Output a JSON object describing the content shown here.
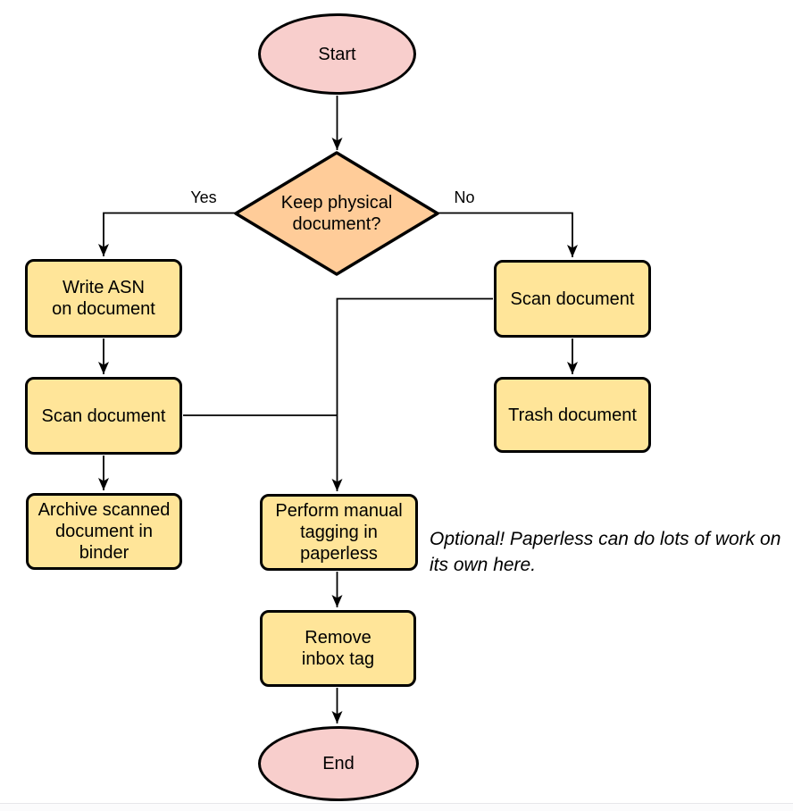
{
  "diagram": {
    "type": "flowchart",
    "colors": {
      "terminal_fill": "#F8CECC",
      "decision_fill": "#FFCC99",
      "process_fill": "#FFE599",
      "stroke": "#000000",
      "connector": "#000000",
      "text": "#000000"
    },
    "nodes": {
      "start": {
        "label": "Start",
        "shape": "ellipse"
      },
      "decision": {
        "label": "Keep physical\ndocument?",
        "shape": "diamond"
      },
      "write_asn": {
        "label": "Write ASN\non document",
        "shape": "rounded-rect"
      },
      "scan_left": {
        "label": "Scan document",
        "shape": "rounded-rect"
      },
      "archive": {
        "label": "Archive scanned\ndocument in\nbinder",
        "shape": "rounded-rect"
      },
      "scan_right": {
        "label": "Scan document",
        "shape": "rounded-rect"
      },
      "trash": {
        "label": "Trash document",
        "shape": "rounded-rect"
      },
      "tagging": {
        "label": "Perform manual\ntagging in\npaperless",
        "shape": "rounded-rect"
      },
      "remove_inbox": {
        "label": "Remove\ninbox tag",
        "shape": "rounded-rect"
      },
      "end": {
        "label": "End",
        "shape": "ellipse"
      }
    },
    "edge_labels": {
      "yes": "Yes",
      "no": "No"
    },
    "annotation": {
      "text": "Optional! Paperless can do lots of work on\nits own here."
    }
  }
}
